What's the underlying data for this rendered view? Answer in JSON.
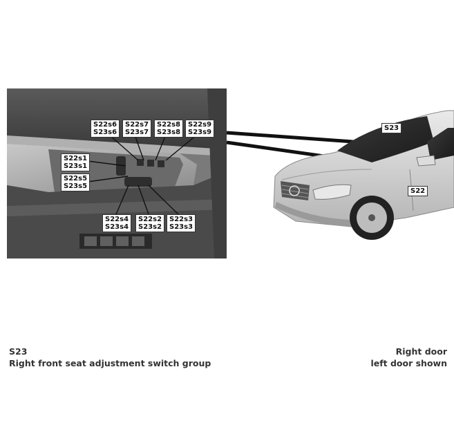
{
  "labels": {
    "s6": [
      "S22s6",
      "S23s6"
    ],
    "s7": [
      "S22s7",
      "S23s7"
    ],
    "s8": [
      "S22s8",
      "S23s8"
    ],
    "s9": [
      "S22s9",
      "S23s9"
    ],
    "s1": [
      "S22s1",
      "S23s1"
    ],
    "s5": [
      "S22s5",
      "S23s5"
    ],
    "s4": [
      "S22s4",
      "S23s4"
    ],
    "s2": [
      "S22s2",
      "S23s2"
    ],
    "s3": [
      "S22s3",
      "S23s3"
    ]
  },
  "car_labels": {
    "s23": "S23",
    "s22": "S22"
  },
  "caption": {
    "left_line1": "S23",
    "left_line2": "Right front seat adjustment switch group",
    "right_line1": "Right door",
    "right_line2": "left door shown"
  }
}
